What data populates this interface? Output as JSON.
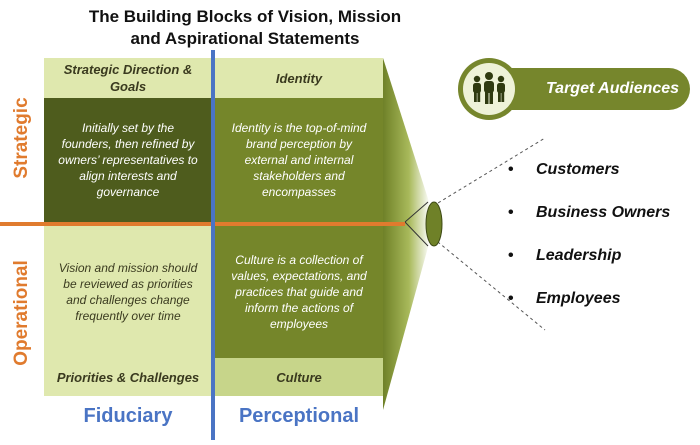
{
  "title": "The Building Blocks of Vision, Mission and Aspirational Statements",
  "axes": {
    "row_top": "Strategic",
    "row_bottom": "Operational",
    "col_left": "Fiduciary",
    "col_right": "Perceptional"
  },
  "quadrants": {
    "top_left": {
      "header": "Strategic Direction & Goals",
      "body": "Initially set by the founders, then refined by owners’ representatives to align interests and governance"
    },
    "top_right": {
      "header": "Identity",
      "body": "Identity is the top-of-mind brand perception by external and internal stakeholders and encompasses"
    },
    "bottom_left": {
      "header": "Priorities & Challenges",
      "body": "Vision and mission should be reviewed as priorities and challenges change frequently over time"
    },
    "bottom_right": {
      "header": "Culture",
      "body": "Culture is a collection of values, expectations, and practices that guide and inform the actions of employees"
    }
  },
  "target": {
    "label": "Target Audiences",
    "icon": "people-group-icon",
    "audiences": [
      "Customers",
      "Business Owners",
      "Leadership",
      "Employees"
    ]
  },
  "colors": {
    "dark_olive": "#4e5c1d",
    "olive": "#75862a",
    "light_green": "#dfe8ae",
    "mid_green": "#c7d58a",
    "orange": "#e07b2e",
    "blue": "#4a74c4"
  }
}
